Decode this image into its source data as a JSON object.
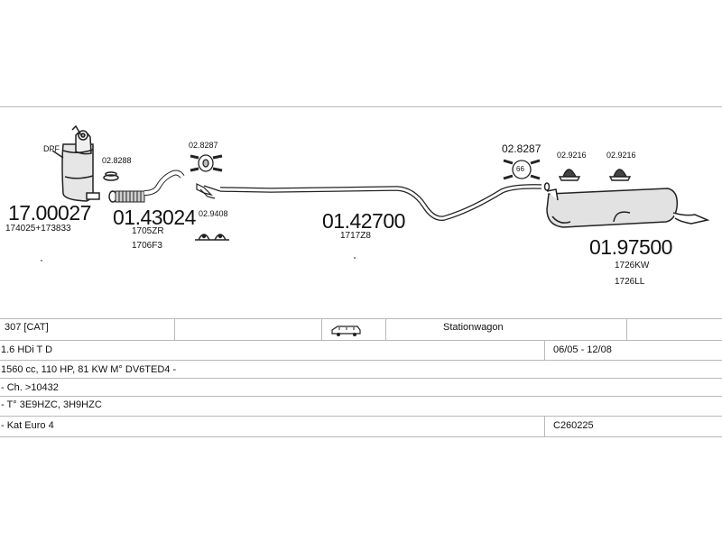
{
  "parts": {
    "dpf": {
      "tag": "DPF",
      "number": "17.00027",
      "codes": [
        "174025+173833"
      ]
    },
    "front_pipe": {
      "number": "01.43024",
      "codes": [
        "1705ZR",
        "1706F3"
      ]
    },
    "mid_pipe": {
      "number": "01.42700",
      "codes": [
        "1717Z8"
      ]
    },
    "rear_silencer": {
      "number": "01.97500",
      "codes": [
        "1726KW",
        "1726LL"
      ]
    },
    "clamps": {
      "c1": {
        "number": "02.8288"
      },
      "c2": {
        "number": "02.8287"
      },
      "c3": {
        "number": "02.9408"
      },
      "c4": {
        "number": "02.8287",
        "badge": "66"
      },
      "h1": {
        "number": "02.9216"
      },
      "h2": {
        "number": "02.9216"
      }
    }
  },
  "vehicle": {
    "model": "307  [CAT]",
    "body": "Stationwagon",
    "engine": "1.6 HDi T D",
    "period": "06/05 - 12/08",
    "specs": "1560 cc, 110 HP, 81 KW M° DV6TED4 -",
    "chassis": "- Ch. >10432",
    "type_codes": "- T° 3E9HZC, 3H9HZC",
    "emission": "- Kat Euro 4",
    "ref": "C260225"
  },
  "icons": {
    "vehicle": "station-wagon-icon",
    "pin": "clamp-pin-icon"
  }
}
